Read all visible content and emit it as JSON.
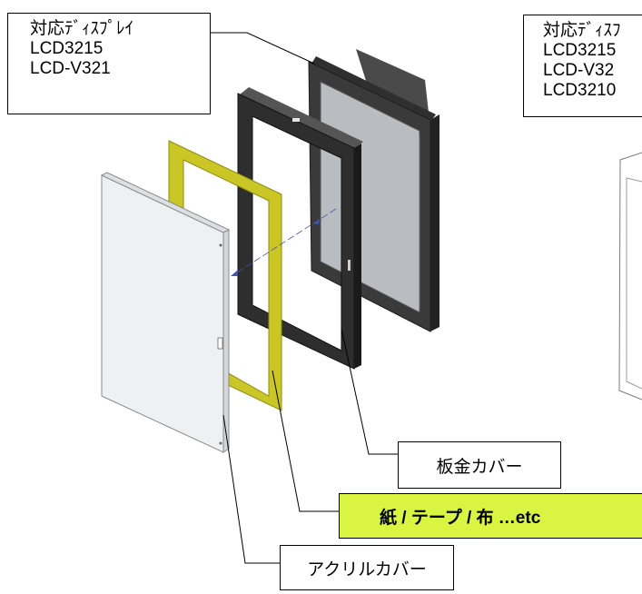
{
  "callouts": {
    "left": {
      "lines": [
        "対応ﾃﾞｨｽﾌﾟﾚｲ",
        "LCD3215",
        "LCD-V321"
      ]
    },
    "right": {
      "lines": [
        "対応ﾃﾞｨｽﾌ",
        "LCD3215",
        "LCD-V32",
        "LCD3210"
      ]
    }
  },
  "labels": {
    "sheet_metal": "板金カバー",
    "paper": "紙 / テープ / 布 …etc",
    "acrylic": "アクリルカバー"
  },
  "colors": {
    "paper_frame": "#c9c625",
    "paper_label_bg": "#d9f542",
    "display_body": "#3b3b3b",
    "screen": "#b9bcc0",
    "acrylic": "#eef0f2"
  }
}
